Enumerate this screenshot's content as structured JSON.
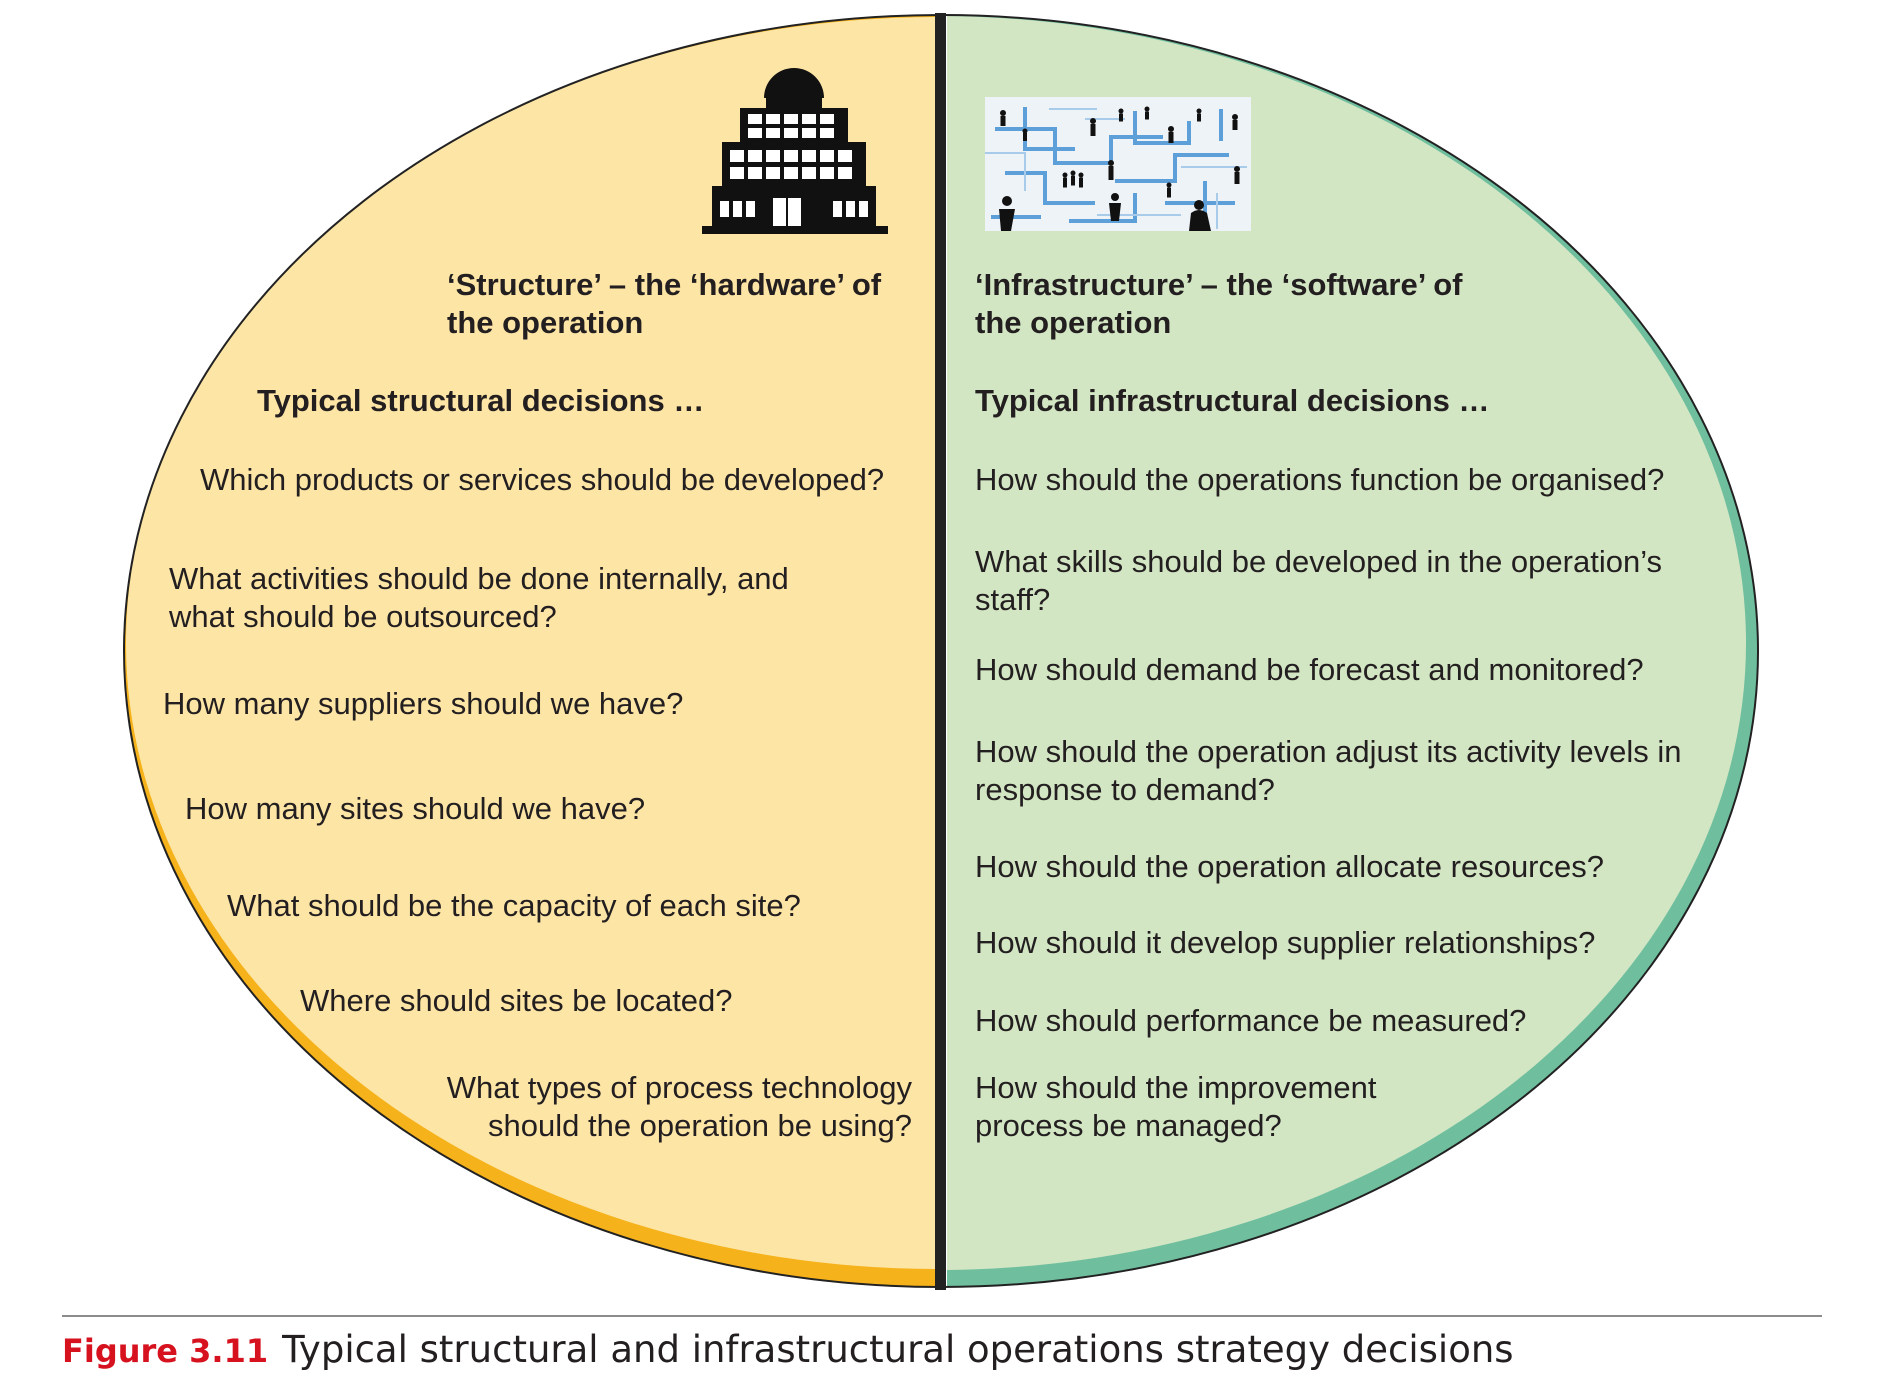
{
  "structure": {
    "heading": "‘Structure’ – the ‘hardware’ of the operation",
    "subheading": "Typical structural decisions …",
    "questions": [
      "Which products or services should be developed?",
      "What activities should be done internally, and what should be outsourced?",
      "How many suppliers should we have?",
      "How many sites should we have?",
      "What should be the capacity of each site?",
      "Where should sites be located?",
      "What types of process technology should the operation be using?"
    ],
    "icon": "office-building-icon",
    "fill_color": "#fde5a6",
    "edge_color": "#f6b21a"
  },
  "infrastructure": {
    "heading": "‘Infrastructure’ – the ‘software’ of the operation",
    "subheading": "Typical infrastructural decisions …",
    "questions": [
      "How should the operations function be organised?",
      "What skills should be developed in the operation’s staff?",
      "How should demand be forecast and monitored?",
      "How should the operation adjust its activity levels in response to demand?",
      "How should the operation allocate resources?",
      "How should it develop supplier relationships?",
      "How should performance be measured?",
      "How should the improvement process be managed?"
    ],
    "image": "people-network-maze-image",
    "fill_color": "#d3e6c3",
    "edge_color": "#6fbf9f"
  },
  "caption": {
    "label": "Figure 3.11",
    "text": "Typical structural and infrastructural operations strategy decisions",
    "label_color": "#d7121f"
  }
}
